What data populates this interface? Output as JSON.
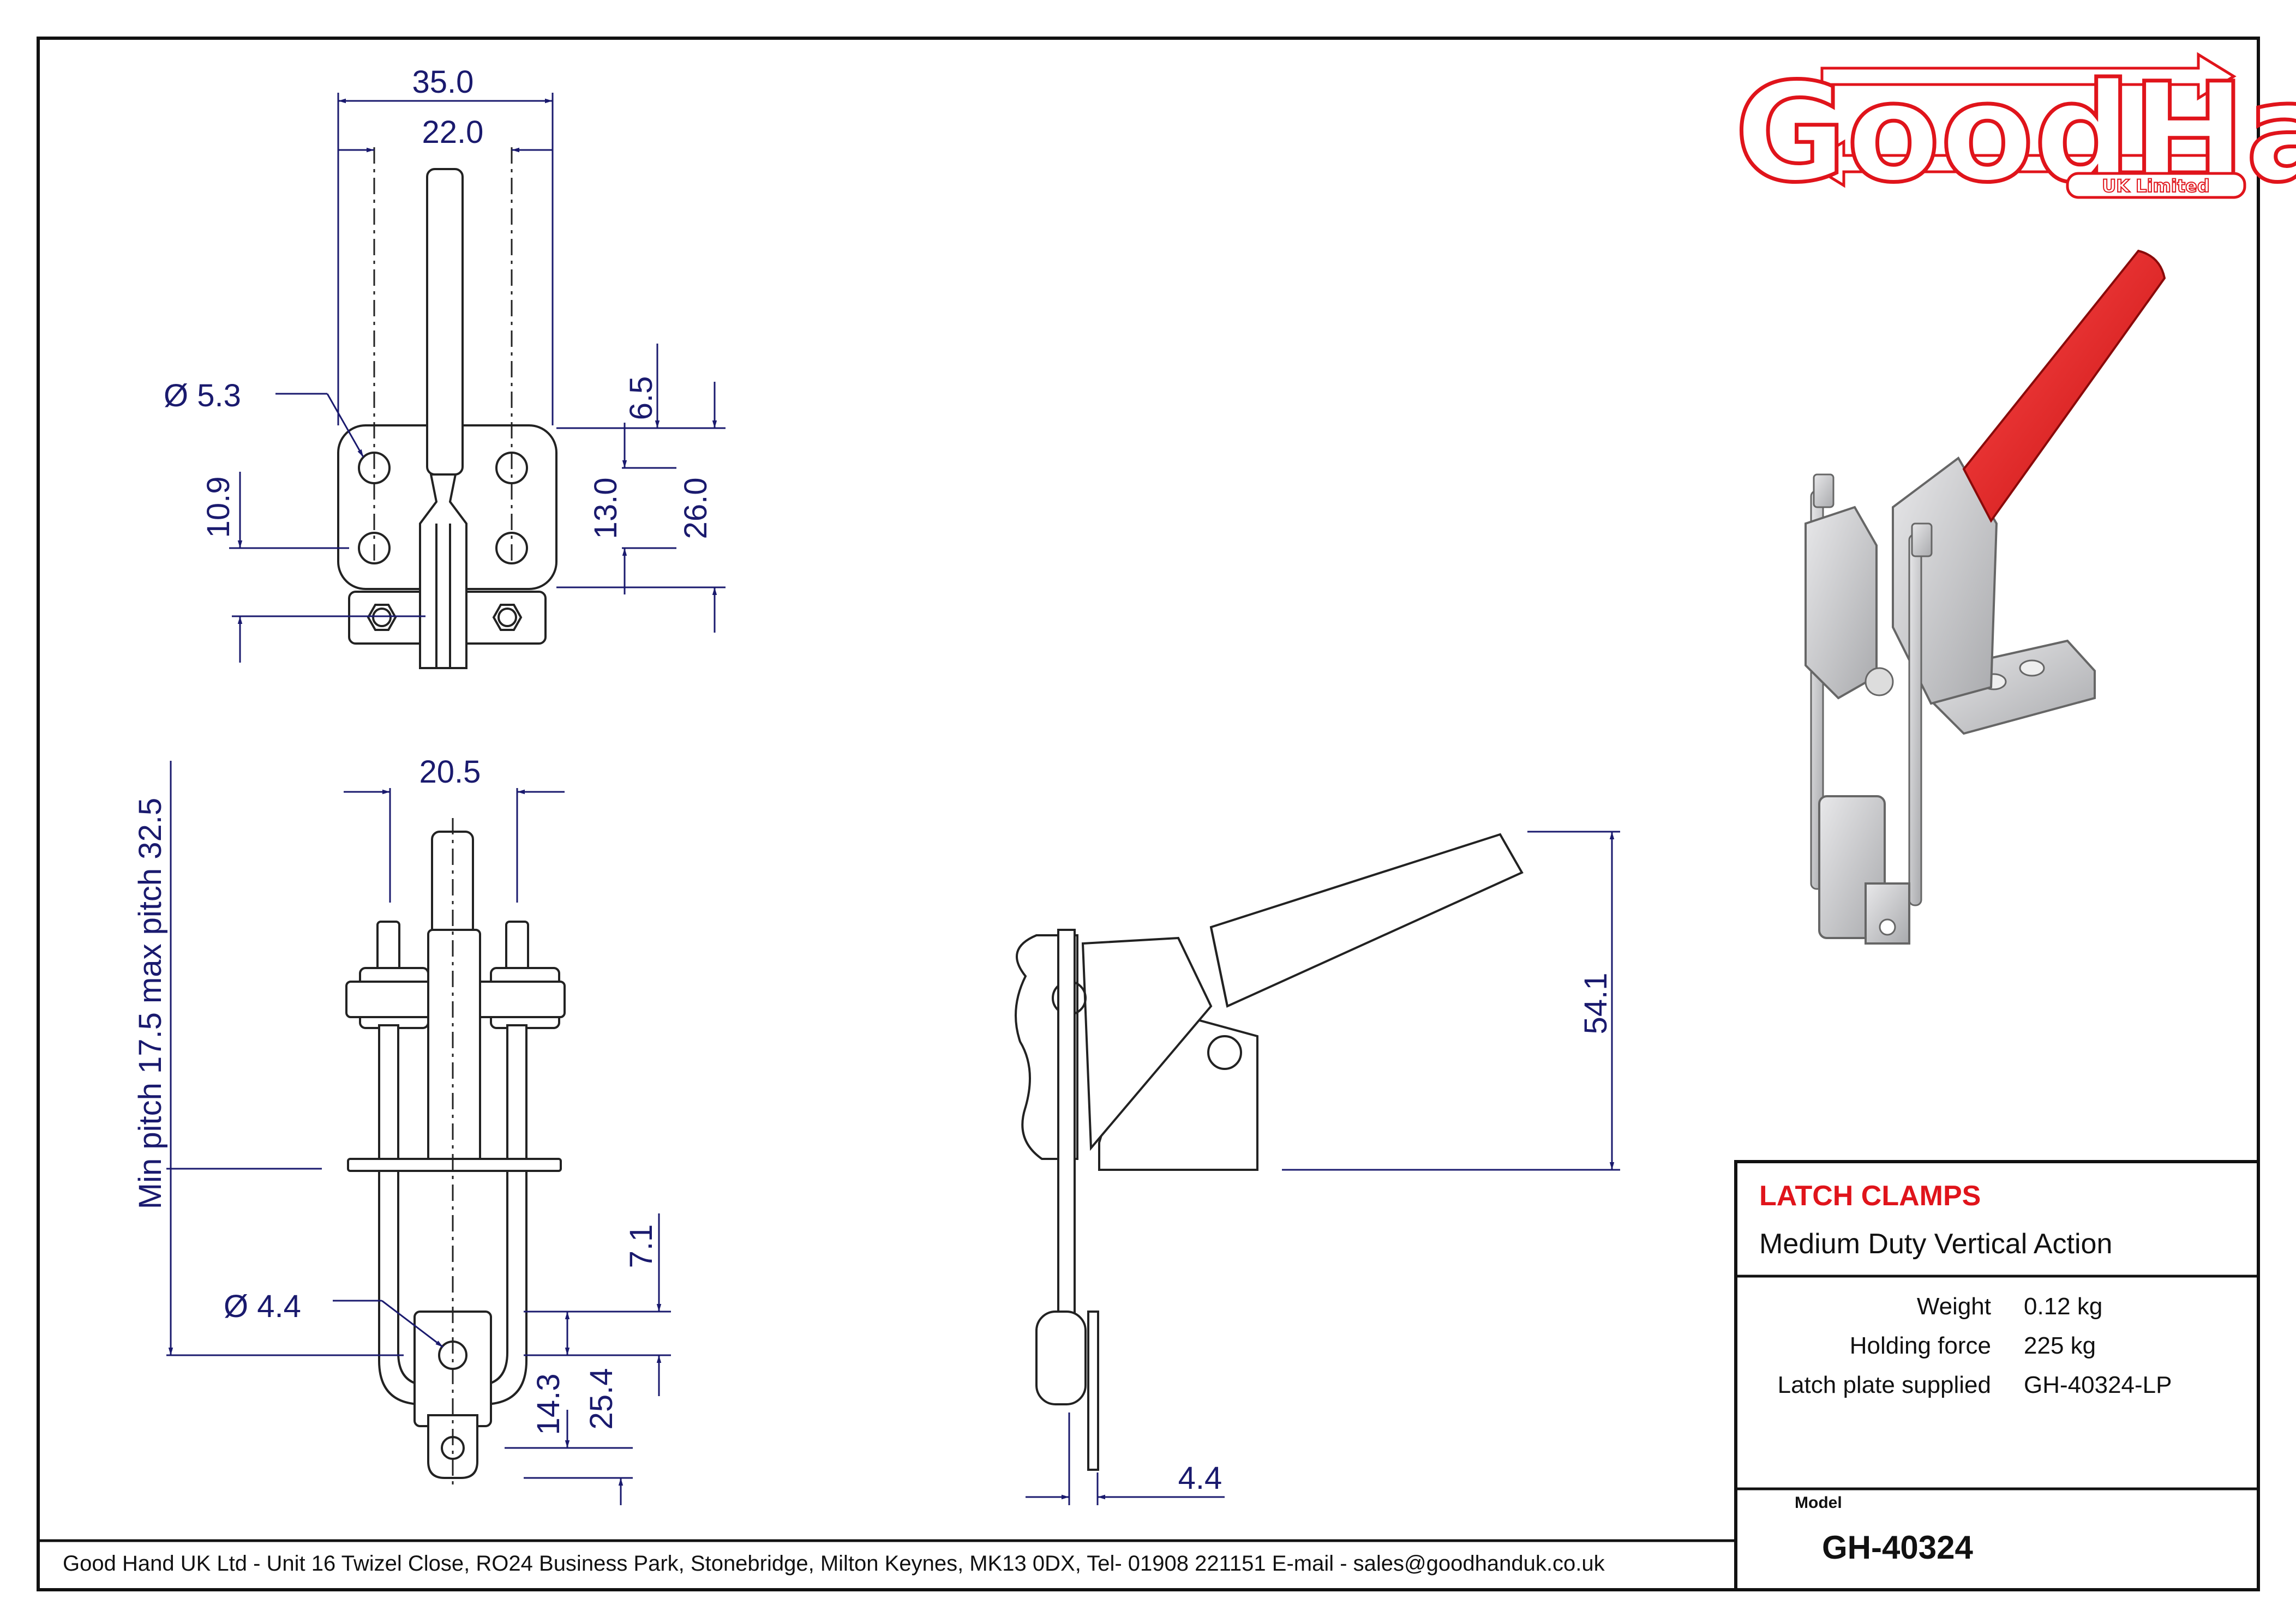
{
  "logo": {
    "name": "GoodHand",
    "suffix": "UK Limited"
  },
  "title_block": {
    "title": "LATCH CLAMPS",
    "subtitle": "Medium Duty Vertical Action",
    "specs": [
      {
        "label": "Weight",
        "value": "0.12 kg"
      },
      {
        "label": "Holding force",
        "value": "225 kg"
      },
      {
        "label": "Latch plate supplied",
        "value": "GH-40324-LP"
      }
    ],
    "model_label": "Model",
    "model": "GH-40324"
  },
  "footer": {
    "address": "Good Hand UK Ltd  - Unit 16 Twizel Close, RO24 Business Park, Stonebridge, Milton Keynes, MK13 0DX,  Tel- 01908 221151  E-mail - sales@goodhanduk.co.uk"
  },
  "dimensions": {
    "top_width": "35.0",
    "top_hole_spacing": "22.0",
    "hole_dia": "Ø 5.3",
    "top_offset": "6.5",
    "hole_pitch": "13.0",
    "base_depth": "26.0",
    "side_offset": "10.9",
    "front_width": "20.5",
    "pitch_range": "Min pitch 17.5 max pitch 32.5",
    "latch_hole_dia": "Ø 4.4",
    "latch_offset": "7.1",
    "latch_hole_pitch": "14.3",
    "latch_length": "25.4",
    "handle_height": "54.1",
    "plate_thickness": "4.4"
  },
  "colors": {
    "dimension": "#1a1a6e",
    "brand_red": "#e0141b",
    "handle": "#e02020"
  }
}
